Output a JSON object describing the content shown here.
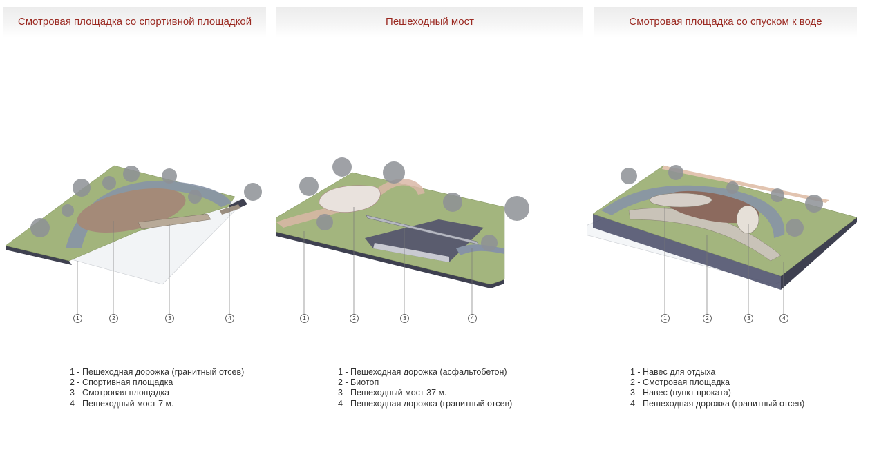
{
  "panels": [
    {
      "title": "Смотровая площадка со спортивной площадкой",
      "callouts": [
        "1",
        "2",
        "3",
        "4"
      ],
      "legend": [
        "1 - Пешеходная дорожка (гранитный отсев)",
        "2 - Спортивная площадка",
        "3 - Смотровая площадка",
        "4 - Пешеходный мост 7 м."
      ]
    },
    {
      "title": "Пешеходный мост",
      "callouts": [
        "1",
        "2",
        "3",
        "4"
      ],
      "legend": [
        "1 - Пешеходная дорожка (асфальтобетон)",
        "2 - Биотоп",
        "3 - Пешеходный мост 37 м.",
        "4 - Пешеходная дорожка (гранитный отсев)"
      ]
    },
    {
      "title": "Смотровая площадка со спуском к воде",
      "callouts": [
        "1",
        "2",
        "3",
        "4"
      ],
      "legend": [
        "1 - Навес для отдыха",
        "2 - Смотровая площадка",
        "3 - Навес (пункт проката)",
        "4 - Пешеходная дорожка (гранитный отсев)"
      ]
    }
  ],
  "colors": {
    "title_text": "#9b2a22",
    "grass": "#9fb27a",
    "path_granite": "#8a96a8",
    "deck": "#a89680",
    "water": "#f4f6f8",
    "side_dark": "#3d3f4f",
    "tree": "#8c8f93"
  }
}
